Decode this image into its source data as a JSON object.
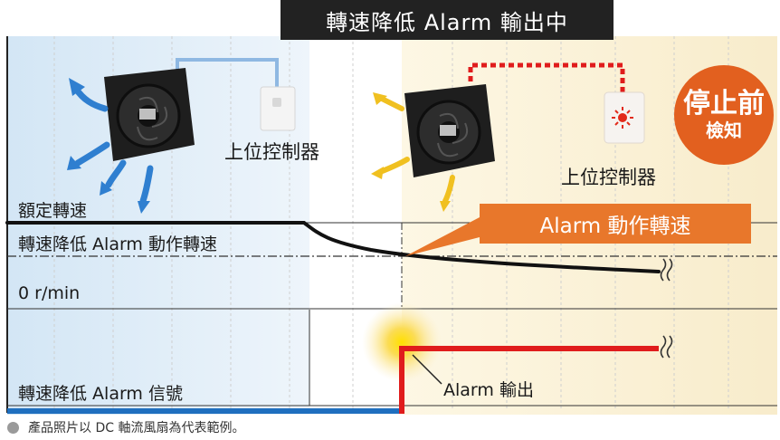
{
  "title": "轉速降低 Alarm 輸出中",
  "left_panel": {
    "controller_label": "上位控制器"
  },
  "right_panel": {
    "controller_label": "上位控制器"
  },
  "badge": {
    "line1": "停止前",
    "line2": "檢知"
  },
  "speed_labels": {
    "rated": "額定轉速",
    "reduced_alarm": "轉速降低 Alarm 動作轉速",
    "zero": "0 r/min",
    "signal": "轉速降低 Alarm 信號"
  },
  "callout": {
    "alarm_speed": "Alarm 動作轉速",
    "alarm_output": "Alarm 輸出"
  },
  "footnote": "產品照片以 DC 軸流風扇為代表範例。",
  "colors": {
    "title_bg": "#222222",
    "left_region": "#dceaf6",
    "right_region": "#fbf3dc",
    "accent_orange": "#e8772b",
    "badge": "#e2601f",
    "alarm_red": "#e01c1c",
    "signal_blue": "#1f6fbf",
    "wire_blue": "#8fb8e2",
    "airflow_blue": "#2f7fd0",
    "airflow_yellow": "#f0c020"
  },
  "icons": [
    "fan-icon",
    "airflow-arrow-icon",
    "controller-device-icon",
    "alarm-light-icon",
    "wavy-break-icon"
  ]
}
